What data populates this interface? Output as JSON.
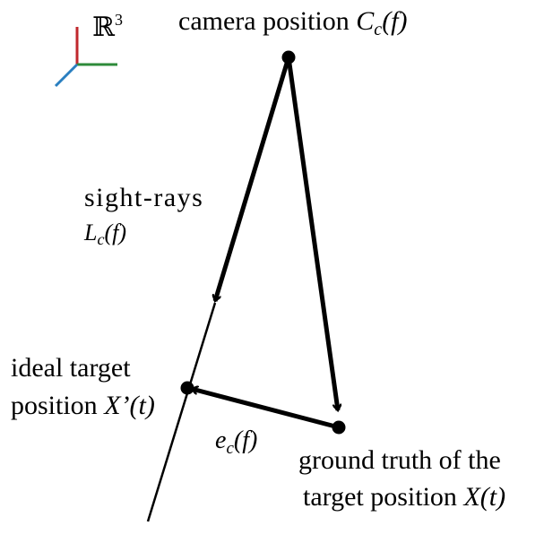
{
  "space": {
    "symbol": "ℝ",
    "exponent": "3",
    "axis_colors": {
      "vertical": "#c0282d",
      "horizontal": "#2e8b3a",
      "diagonal": "#2a7fc0"
    }
  },
  "camera": {
    "text": "camera position ",
    "var": "C",
    "sub": "c",
    "arg": "(f)"
  },
  "rays": {
    "text": "sight-rays",
    "var": "L",
    "sub": "c",
    "arg": "(f)"
  },
  "ideal": {
    "line1": "ideal target",
    "line2_text": "position ",
    "var": "X’",
    "arg": "(t)"
  },
  "error": {
    "var": "e",
    "sub": "c",
    "arg": "(f)"
  },
  "truth": {
    "line1": "ground truth of the",
    "line2_text": "target position ",
    "var": "X",
    "arg": "(t)"
  }
}
